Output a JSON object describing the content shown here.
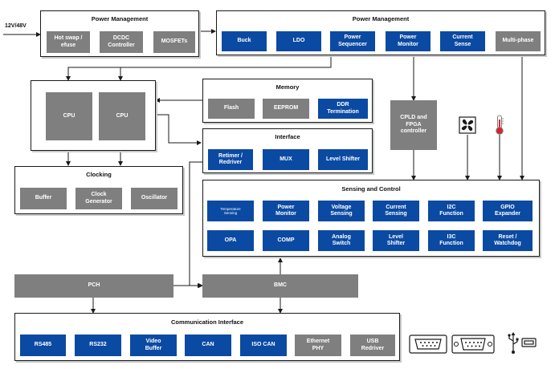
{
  "input_label": "12V/48V",
  "power_mgmt_left": {
    "title": "Power Management",
    "blocks": [
      "Hot swap /\nefuse",
      "DCDC\nController",
      "MOSFETs"
    ]
  },
  "power_mgmt_right": {
    "title": "Power Management",
    "blocks": [
      "Buck",
      "LDO",
      "Power\nSequencer",
      "Power\nMonitor",
      "Current\nSense",
      "Multi-phase"
    ]
  },
  "cpus": [
    "CPU",
    "CPU"
  ],
  "memory": {
    "title": "Memory",
    "blocks": [
      "Flash",
      "EEPROM",
      "DDR\nTermination"
    ]
  },
  "interface": {
    "title": "Interface",
    "blocks": [
      "Retimer /\nRedriver",
      "MUX",
      "Level Shifter"
    ]
  },
  "clocking": {
    "title": "Clocking",
    "blocks": [
      "Buffer",
      "Clock\nGenerator",
      "Oscillator"
    ]
  },
  "cpld": "CPLD and\nFPGA\ncontroller",
  "sensing": {
    "title": "Sensing and Control",
    "row1": [
      "Temperature\nSensing",
      "Power\nMonitor",
      "Voltage\nSensing",
      "Current\nSensing",
      "I2C\nFunction",
      "GPIO\nExpander"
    ],
    "row2": [
      "OPA",
      "COMP",
      "Analog\nSwitch",
      "Level\nShifter",
      "I3C\nFunction",
      "Reset /\nWatchdog"
    ]
  },
  "pch": "PCH",
  "bmc": "BMC",
  "comm": {
    "title": "Communication Interface",
    "blocks": [
      "RS485",
      "RS232",
      "Video\nBuffer",
      "CAN",
      "ISO CAN",
      "Ethernet\nPHY",
      "USB\nRedriver"
    ]
  },
  "icons": [
    "fan-icon",
    "thermometer-icon",
    "db9-connector-icon",
    "db9-connector-icon",
    "usb-icon"
  ],
  "colors": {
    "gray": "#7f7f7f",
    "blue": "#0b4aa2",
    "line": "#1a1a1a"
  }
}
